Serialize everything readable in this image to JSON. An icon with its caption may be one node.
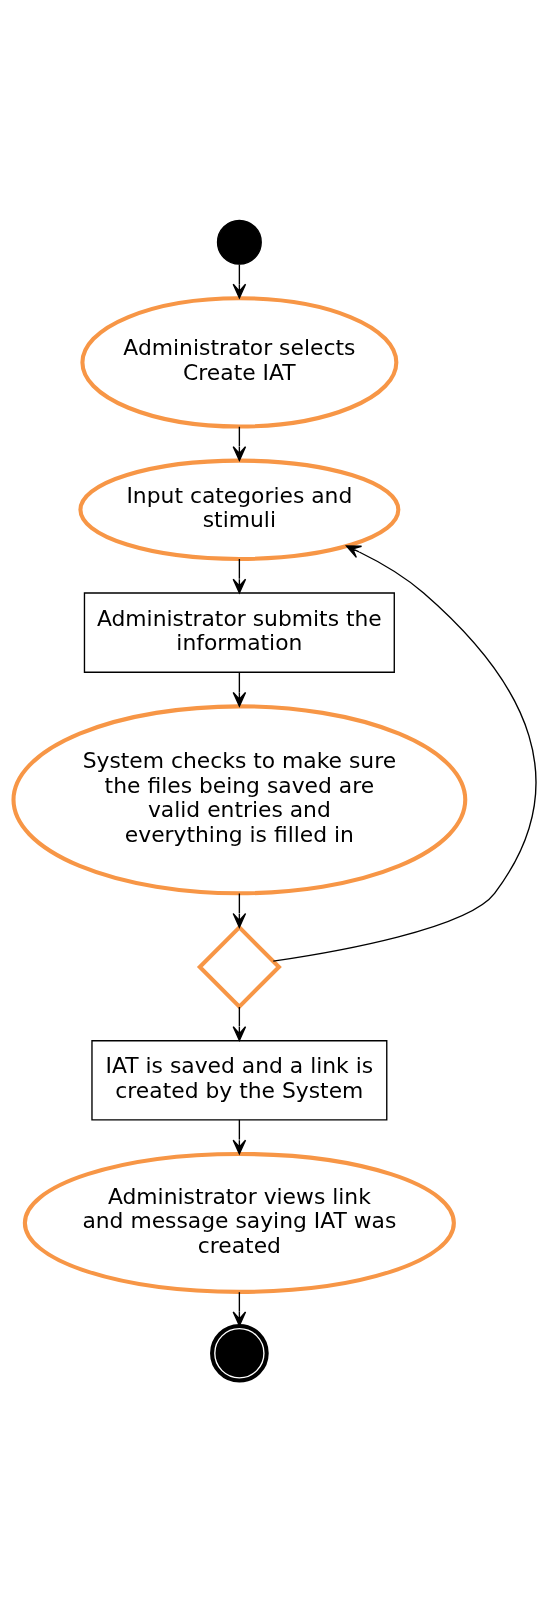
{
  "diagram": {
    "nodes": [
      {
        "text": [],
        "shape": "circle"
      },
      {
        "text": [
          "Administrator selects Create IAT"
        ]
      },
      {
        "text": [
          "Input categories and stimuli"
        ]
      },
      {
        "text": [
          "Administrator submits the information"
        ]
      },
      {
        "text": [
          "System checks to make sure the files being saved are valid entries and everything is filled in"
        ]
      },
      {
        "text": [],
        "shape": "diamond"
      },
      {
        "text": [
          "IAT is saved and a link is created by the System"
        ]
      },
      {
        "text": [
          "Administrator views link and message saying IAT was created"
        ]
      },
      {
        "text": [],
        "shape": "circle"
      }
    ],
    "edges": [
      {
        "from": 0,
        "to": 1,
        "arrow": "to"
      },
      {
        "from": 1,
        "to": 2,
        "arrow": "to"
      },
      {
        "from": 2,
        "to": 3,
        "arrow": "to"
      },
      {
        "from": 3,
        "to": 4,
        "arrow": "to"
      },
      {
        "from": 4,
        "to": 5,
        "arrow": "to"
      },
      {
        "from": 5,
        "to": 2,
        "arrow": "to"
      },
      {
        "from": 5,
        "to": 6,
        "arrow": "to"
      },
      {
        "from": 6,
        "to": 7,
        "arrow": "to"
      },
      {
        "from": 7,
        "to": 8,
        "arrow": "to"
      }
    ]
  }
}
